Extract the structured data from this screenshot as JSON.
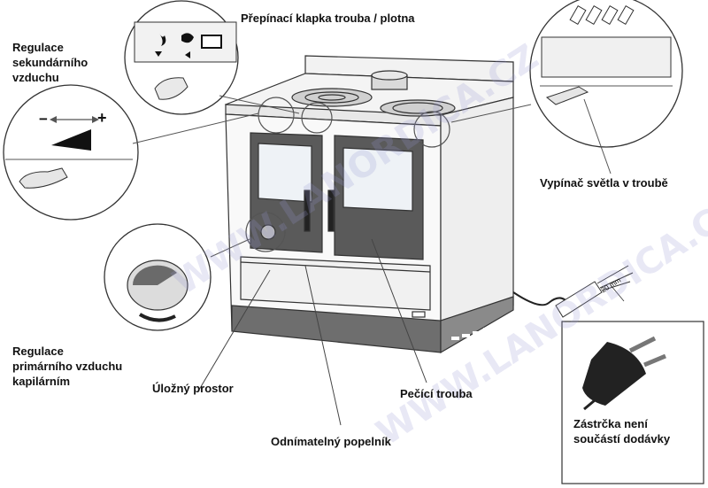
{
  "labels": {
    "flap": "Přepínací klapka trouba / plotna",
    "secondary_air": "Regulace\nsekundárního\nvzduchu",
    "light_switch": "Vypínač světla v troubě",
    "primary_air": "Regulace\nprimárního vzduchu\nkapilárním",
    "storage": "Úložný prostor",
    "oven": "Pečící trouba",
    "ashpan": "Odnímatelný popelník",
    "plug_note": "Zástrčka není\nsoučástí dodávky",
    "cable_dim": "20 mm"
  },
  "secondary_air_symbols": {
    "minus": "−",
    "plus": "+"
  },
  "watermark": "WWW.LANORDICA.CZ",
  "colors": {
    "line": "#333333",
    "door_dark": "#555555",
    "glass": "#eef2f6",
    "base": "#6e6e6e",
    "watermark": "#9696d2"
  }
}
